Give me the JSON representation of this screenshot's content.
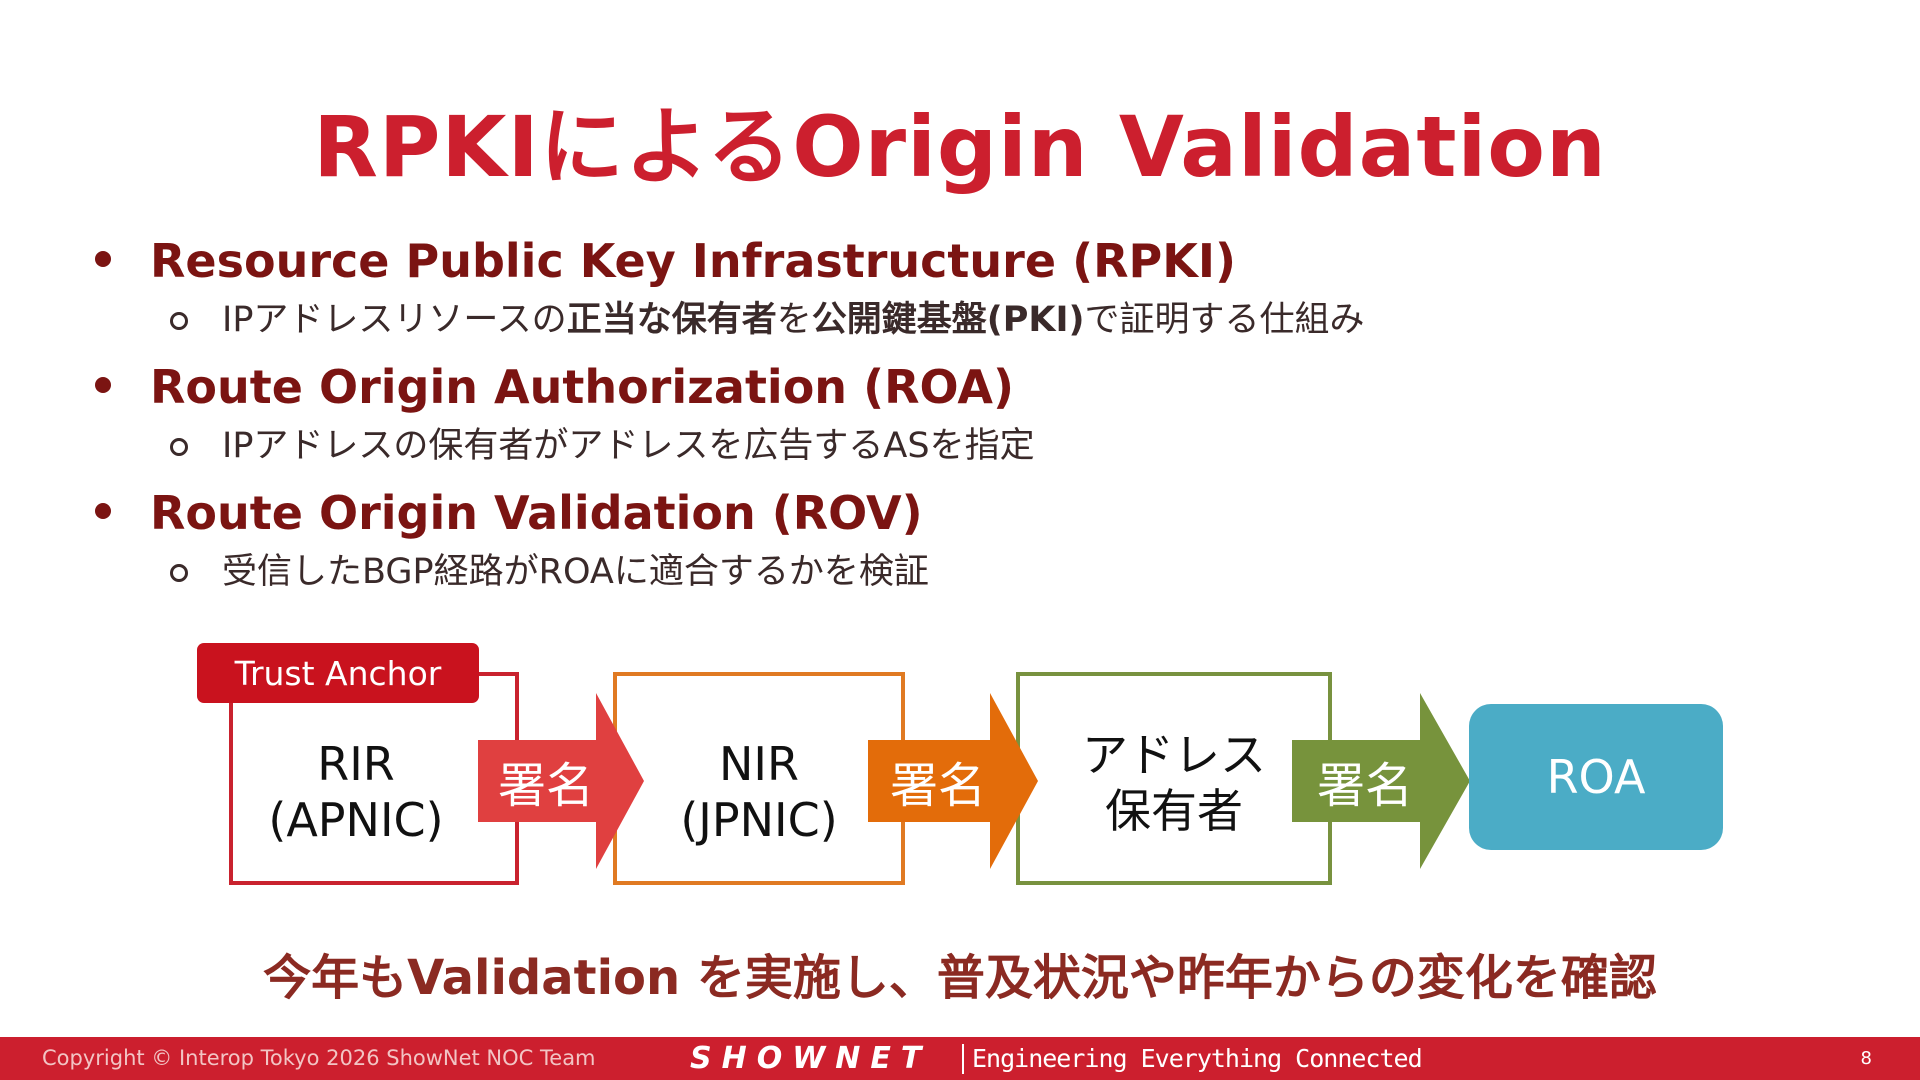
{
  "slide": {
    "title": "RPKIによるOrigin Validation",
    "bullets": [
      {
        "text": "Resource Public Key Infrastructure (RPKI)",
        "sub": {
          "pre": "IPアドレスリソースの",
          "bold1": "正当な保有者",
          "mid": "を",
          "bold2": "公開鍵基盤(PKI)",
          "post": "で証明する仕組み"
        }
      },
      {
        "text": "Route Origin Authorization (ROA)",
        "sub": {
          "text": "IPアドレスの保有者がアドレスを広告するASを指定"
        }
      },
      {
        "text": "Route Origin Validation (ROV)",
        "sub": {
          "text": "受信したBGP経路がROAに適合するかを検証"
        }
      }
    ],
    "conclusion": "今年もValidation を実施し、普及状況や昨年からの変化を確認"
  },
  "diagram": {
    "trust_anchor": "Trust Anchor",
    "nodes": [
      {
        "line1": "RIR",
        "line2": "(APNIC)"
      },
      {
        "line1": "NIR",
        "line2": "(JPNIC)"
      },
      {
        "line1": "アドレス",
        "line2": "保有者"
      }
    ],
    "arrows": [
      "署名",
      "署名",
      "署名"
    ],
    "roa": "ROA",
    "colors": {
      "rir": "#c9222e",
      "arrow1": "#e04040",
      "nir": "#e07a22",
      "arrow2": "#e36c0a",
      "holder": "#78923f",
      "arrow3": "#77933c",
      "roa": "#4bacc6",
      "trust_anchor": "#c9121e"
    }
  },
  "footer": {
    "copyright": "Copyright © Interop Tokyo 2026 ShowNet NOC Team",
    "brand": "SHOWNET",
    "tagline": "Engineering Everything Connected",
    "page": "8"
  }
}
